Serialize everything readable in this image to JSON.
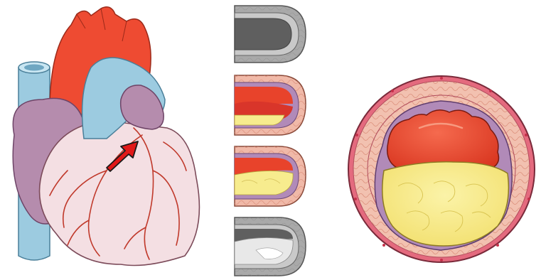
{
  "figure": {
    "panels": [
      {
        "id": "heart",
        "icon": "heart-anatomy-icon"
      },
      {
        "id": "artery-progression",
        "icon": "artery-stages-icon",
        "stages": 4
      },
      {
        "id": "cross-section",
        "icon": "artery-cross-section-icon"
      }
    ],
    "colors": {
      "aorta": "#ee4b32",
      "vein_blue": "#9ccbe0",
      "atrium_purple": "#b58cad",
      "heart_pink": "#f4dfe3",
      "coronary": "#c0392b",
      "arrow": "#e11919",
      "plaque_yellow": "#f7ec8e",
      "clot_red": "#e8432b",
      "wall_pink": "#f0b9a8",
      "wall_outer": "#e46a7e",
      "vessel_grey": "#a9a9a9"
    }
  }
}
